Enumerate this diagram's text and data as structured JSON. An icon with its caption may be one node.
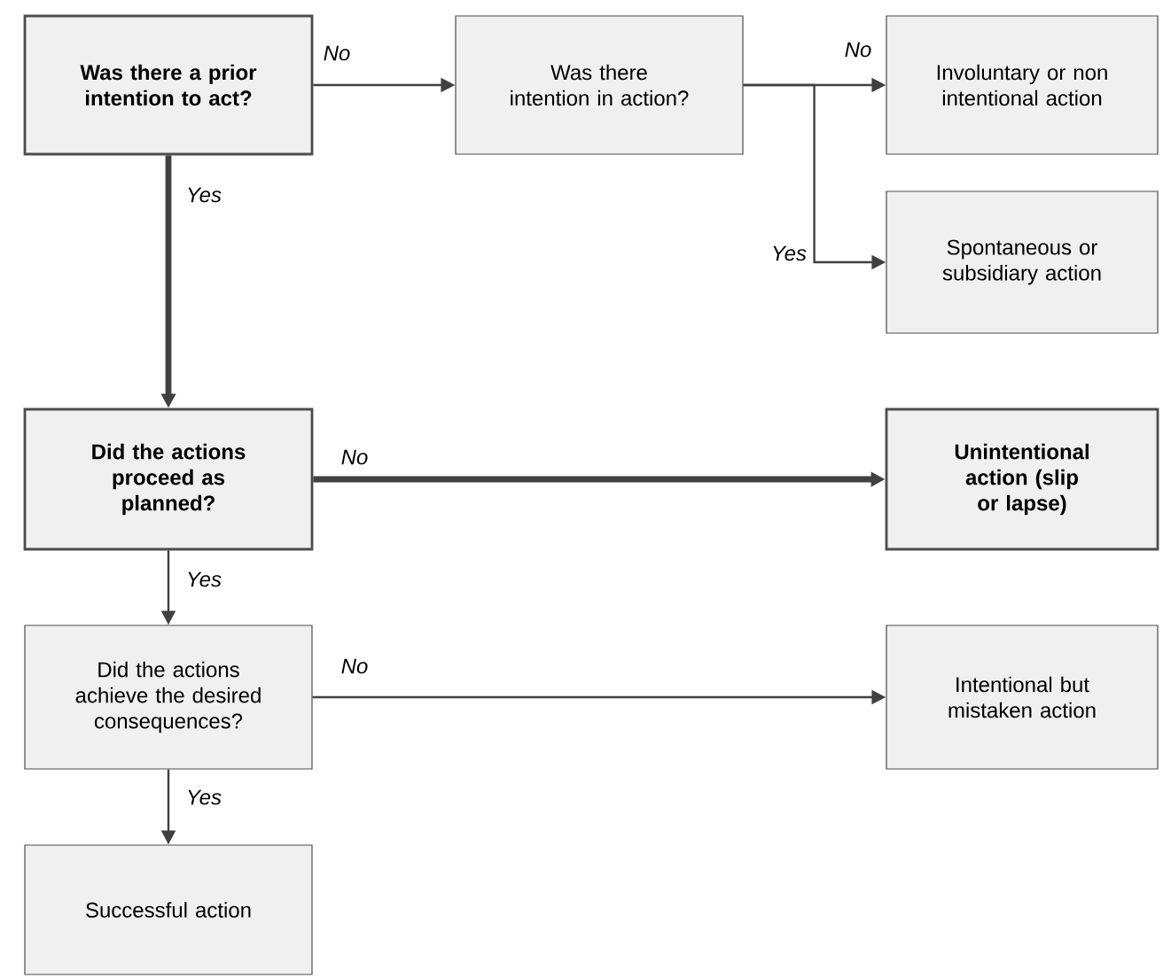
{
  "diagram": {
    "nodes": [
      {
        "text": [
          "Was there a prior intention to act?"
        ]
      },
      {
        "text": [
          "Was there intention in action?"
        ]
      },
      {
        "text": [
          "Involuntary or non intentional action"
        ]
      },
      {
        "text": [
          "Spontaneous or subsidiary action"
        ]
      },
      {
        "text": [
          "Did the actions proceed as planned?"
        ]
      },
      {
        "text": [
          "Unintentional action (slip or lapse)"
        ]
      },
      {
        "text": [
          "Did the actions achieve the desired consequences?"
        ]
      },
      {
        "text": [
          "Intentional but mistaken action"
        ]
      },
      {
        "text": [
          "Successful action"
        ]
      }
    ],
    "edges": [
      {
        "from": 0,
        "to": 1,
        "arrow": "to",
        "label": "No"
      },
      {
        "from": 1,
        "to": 2,
        "arrow": "to",
        "label": "No"
      },
      {
        "from": 1,
        "to": 3,
        "arrow": "to",
        "label": "Yes"
      },
      {
        "from": 0,
        "to": 4,
        "arrow": "to",
        "label": "Yes",
        "style": "thick"
      },
      {
        "from": 4,
        "to": 5,
        "arrow": "to",
        "label": "No",
        "style": "thick"
      },
      {
        "from": 4,
        "to": 6,
        "arrow": "to",
        "label": "Yes"
      },
      {
        "from": 6,
        "to": 7,
        "arrow": "to",
        "label": "No"
      },
      {
        "from": 6,
        "to": 8,
        "arrow": "to",
        "label": "Yes"
      }
    ]
  }
}
